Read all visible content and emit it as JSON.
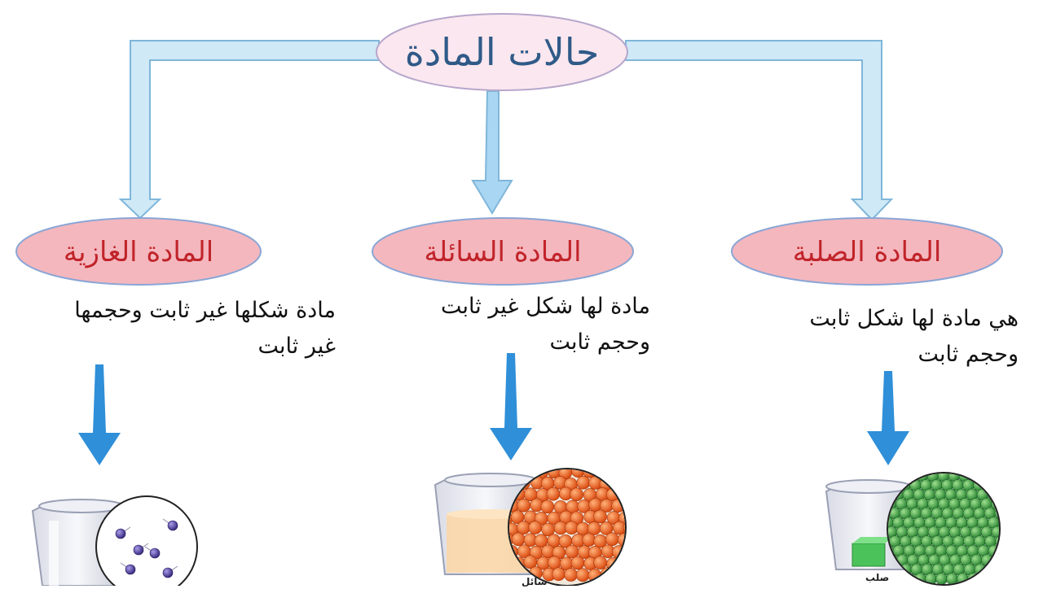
{
  "title": "حالات المادة",
  "states": [
    {
      "name": "المادة الصلبة",
      "description_lines": [
        "هي مادة لها شكل ثابت",
        "وحجم ثابت"
      ],
      "caption": "صلب",
      "particle_color": "#2f9e3a"
    },
    {
      "name": "المادة السائلة",
      "description_lines": [
        "مادة لها شكل غير ثابت",
        "وحجم ثابت"
      ],
      "caption": "سائل",
      "particle_color": "#ee5a12"
    },
    {
      "name": "المادة الغازية",
      "description_lines": [
        "مادة شكلها غير ثابت وحجمها",
        "غير ثابت"
      ],
      "caption": "",
      "particle_color": "#4b3a9e"
    }
  ],
  "colors": {
    "connector_fill": "#cfe9f7",
    "connector_stroke": "#7fb6d9",
    "arrow_blue": "#2f8fd8",
    "title_ellipse": "#fbe7ef",
    "state_ellipse": "#f4b7be",
    "state_text": "#c0242a",
    "title_text": "#2f5a88"
  }
}
